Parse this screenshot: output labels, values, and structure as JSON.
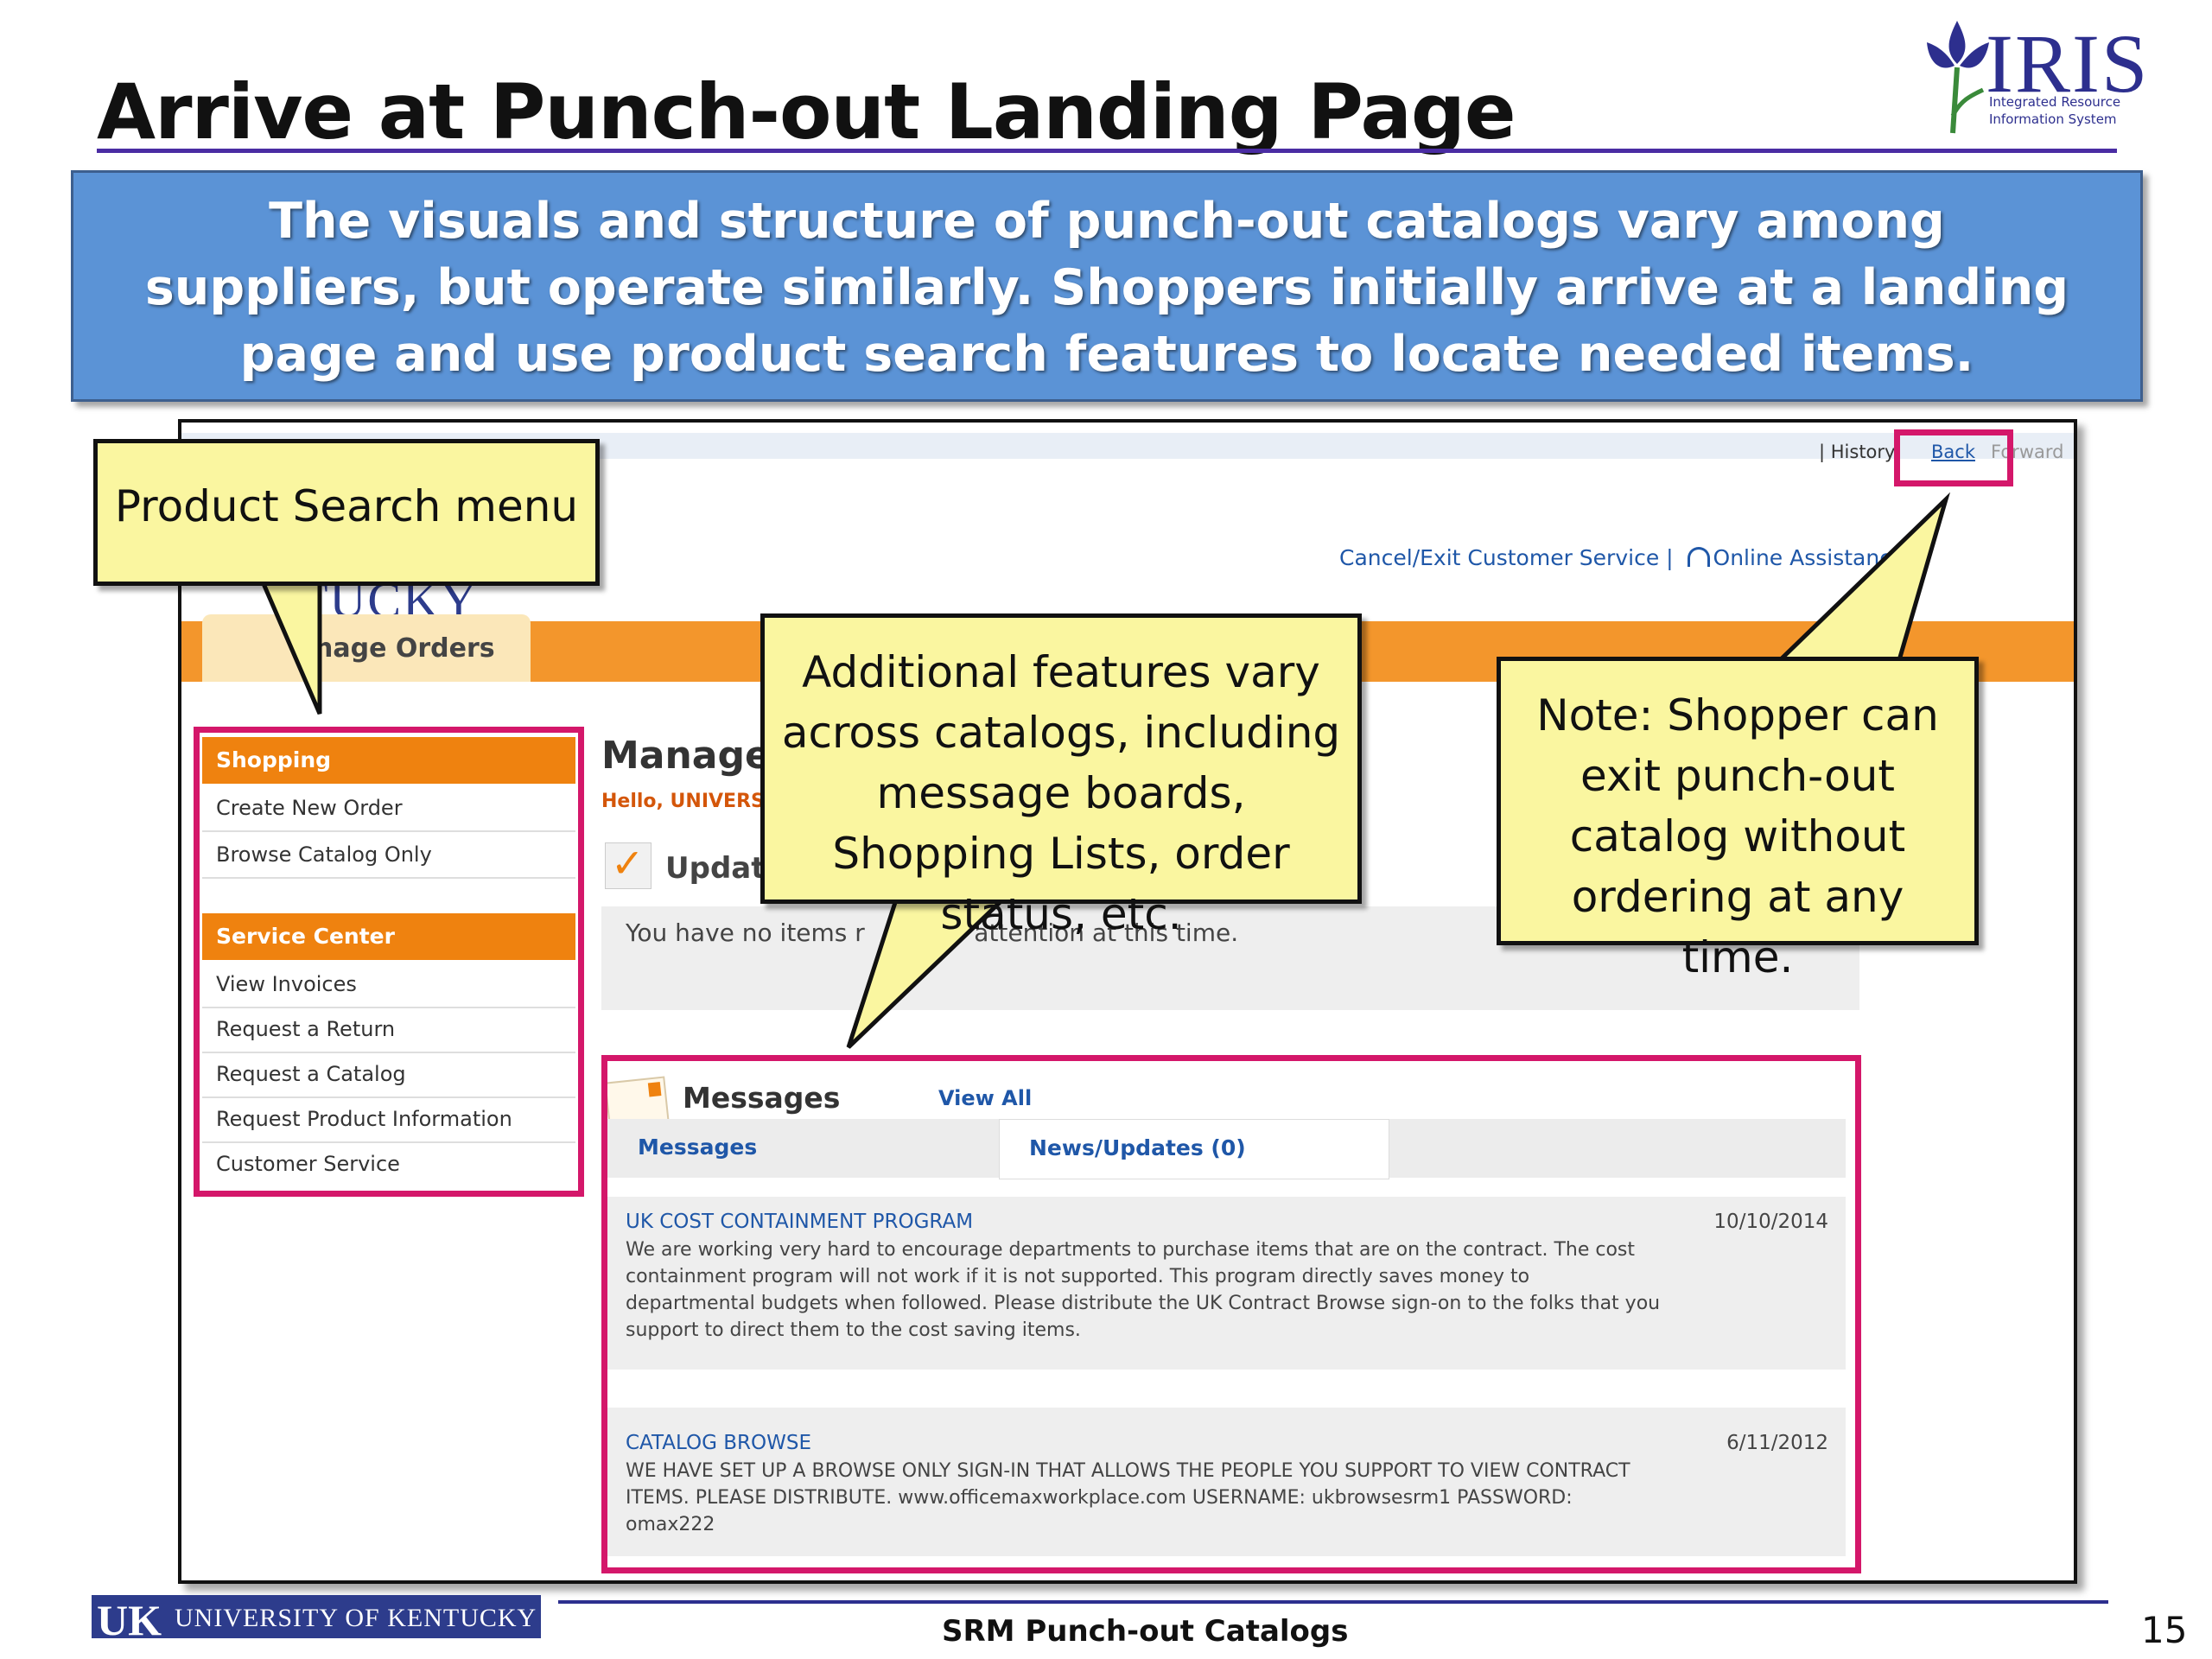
{
  "slide": {
    "title": "Arrive at Punch-out Landing Page",
    "banner": "The visuals and structure of punch-out catalogs vary among suppliers, but operate similarly. Shoppers initially arrive at a landing page and use product search features to locate needed items.",
    "footer_title": "SRM Punch-out Catalogs",
    "page_number": "15"
  },
  "logo": {
    "wordmark": "IRIS",
    "subtitle_line1": "Integrated Resource",
    "subtitle_line2": "Information System",
    "footer_mark": "UK",
    "footer_org": "UNIVERSITY OF KENTUCKY"
  },
  "screenshot": {
    "nav": {
      "history": "| History",
      "back": "Back",
      "forward": "Forward"
    },
    "utility_links": {
      "cancel": "Cancel/Exit",
      "customer_service": "Customer Service |",
      "online_assistance": "Online Assistance"
    },
    "kentucky_partial": "TUCKY",
    "tab_label": "nage Orders",
    "menu": {
      "shopping_header": "Shopping",
      "shopping_items": [
        "Create New Order",
        "Browse Catalog Only"
      ],
      "service_header": "Service Center",
      "service_items": [
        "View Invoices",
        "Request a Return",
        "Request a Catalog",
        "Request Product Information",
        "Customer Service"
      ]
    },
    "manage_title": "Manage",
    "hello": "Hello, UNIVERS",
    "update_label": "Update",
    "update_text": "You have no items r        our attention at this time.",
    "messages": {
      "title": "Messages",
      "view_all": "View All",
      "tab_messages": "Messages",
      "tab_news": "News/Updates (0)",
      "items": [
        {
          "heading": "UK COST CONTAINMENT PROGRAM",
          "date": "10/10/2014",
          "body": "We are working very hard to encourage departments to purchase items that are on the contract. The cost containment program will not work if it is not supported. This program directly saves money to departmental budgets when followed. Please distribute the UK Contract Browse sign-on to the folks that you support to direct them to the cost saving items."
        },
        {
          "heading": "CATALOG BROWSE",
          "date": "6/11/2012",
          "body": "WE HAVE SET UP A BROWSE ONLY SIGN-IN THAT ALLOWS THE PEOPLE YOU SUPPORT TO VIEW CONTRACT ITEMS. PLEASE DISTRIBUTE. www.officemaxworkplace.com USERNAME: ukbrowsesrm1 PASSWORD: omax222"
        }
      ]
    }
  },
  "callouts": {
    "product_search": "Product Search menu",
    "features": "Additional features vary across catalogs, including message boards, Shopping Lists, order status, etc.",
    "note": "Note: Shopper can exit punch-out catalog without ordering at any time."
  },
  "colors": {
    "banner": "#5b93d6",
    "highlight": "#d4176a",
    "callout": "#faf6a0",
    "orange": "#ef820f",
    "link": "#1f57a8"
  }
}
